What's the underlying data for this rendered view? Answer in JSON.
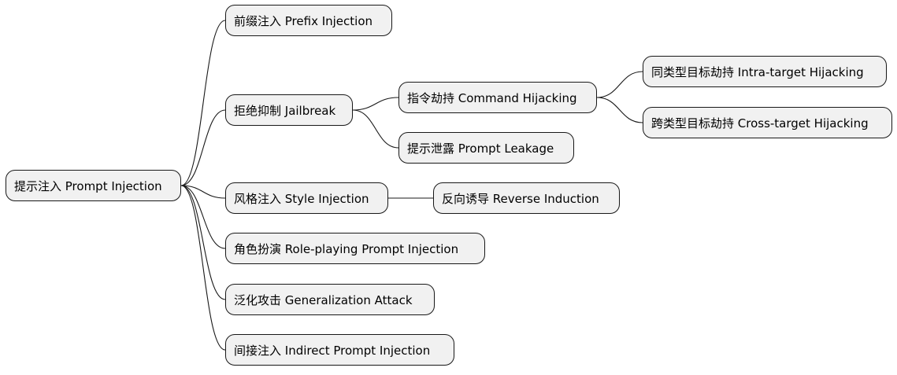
{
  "root": "提示注入 Prompt Injection",
  "branches": {
    "prefix_injection": "前缀注入 Prefix Injection",
    "jailbreak": {
      "label": "拒绝抑制 Jailbreak",
      "command_hijacking": {
        "label": "指令劫持 Command Hijacking",
        "intra_target": "同类型目标劫持 Intra-target Hijacking",
        "cross_target": "跨类型目标劫持 Cross-target Hijacking"
      },
      "prompt_leakage": "提示泄露 Prompt Leakage"
    },
    "style_injection": {
      "label": "风格注入 Style Injection",
      "reverse_induction": "反向诱导 Reverse Induction"
    },
    "role_playing": "角色扮演 Role-playing Prompt Injection",
    "generalization_attack": "泛化攻击 Generalization Attack",
    "indirect_injection": "间接注入 Indirect Prompt Injection"
  }
}
